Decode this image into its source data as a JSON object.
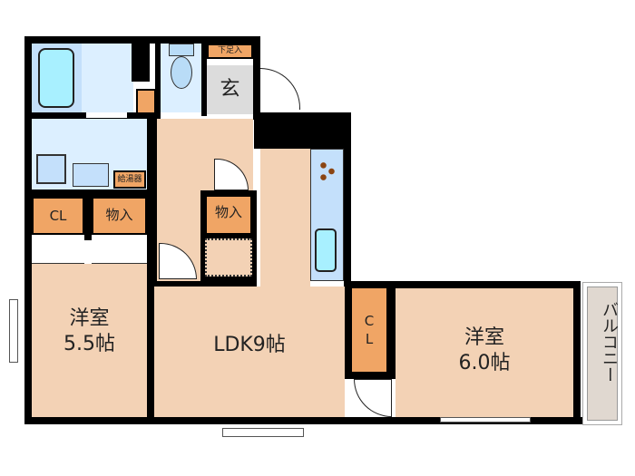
{
  "floorplan": {
    "rooms": {
      "western_room_1": {
        "name": "洋室",
        "size": "5.5帖"
      },
      "ldk": {
        "name": "LDK9帖"
      },
      "western_room_2": {
        "name": "洋室",
        "size": "6.0帖"
      },
      "entrance": {
        "name": "玄"
      },
      "balcony": {
        "name": "バルコニー"
      }
    },
    "storage": {
      "shoe_box": "下足入",
      "closet_1": "CL",
      "storage_1": "物入",
      "storage_2": "物入",
      "closet_2_top": "C",
      "closet_2_bottom": "L",
      "water_heater": "給湯器"
    },
    "colors": {
      "floor": "#f3d2b5",
      "wet_area": "#dcefff",
      "storage": "#f0a565",
      "entrance": "#dcdcdc",
      "wall": "#000000",
      "balcony": "#e0d8d0"
    }
  }
}
